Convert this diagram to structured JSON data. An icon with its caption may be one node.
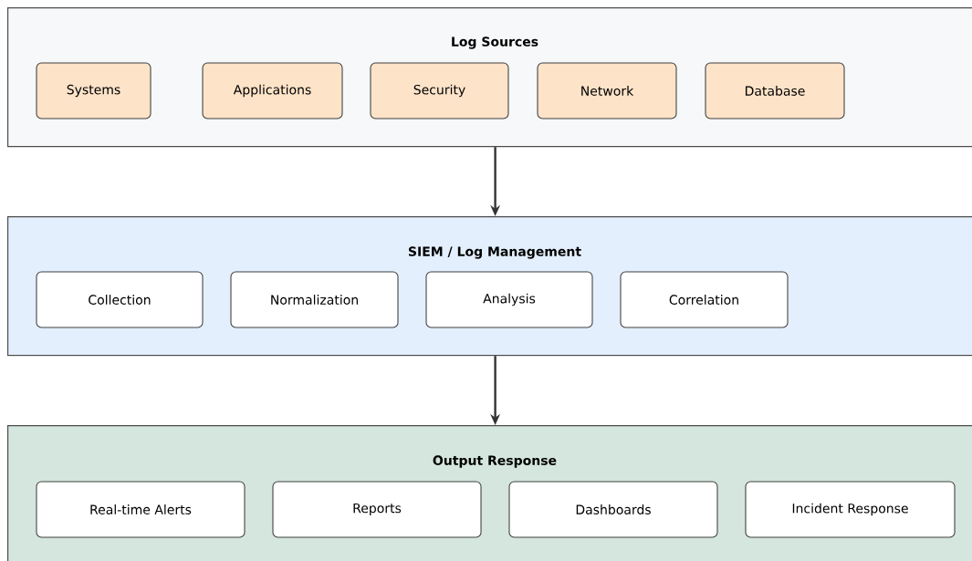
{
  "diagram": {
    "nodes": [
      {
        "text": [
          "Log Sources"
        ]
      },
      {
        "text": [
          "Systems"
        ],
        "in": 0
      },
      {
        "text": [
          "Applications"
        ],
        "in": 0
      },
      {
        "text": [
          "Security"
        ],
        "in": 0
      },
      {
        "text": [
          "Network"
        ],
        "in": 0
      },
      {
        "text": [
          "Database"
        ],
        "in": 0
      },
      {
        "text": [
          "SIEM / Log Management"
        ]
      },
      {
        "text": [
          "Collection"
        ],
        "in": 6
      },
      {
        "text": [
          "Normalization"
        ],
        "in": 6
      },
      {
        "text": [
          "Analysis"
        ],
        "in": 6
      },
      {
        "text": [
          "Correlation"
        ],
        "in": 6
      },
      {
        "text": [
          "Output Response"
        ]
      },
      {
        "text": [
          "Real-time Alerts"
        ],
        "in": 11
      },
      {
        "text": [
          "Reports"
        ],
        "in": 11
      },
      {
        "text": [
          "Dashboards"
        ],
        "in": 11
      },
      {
        "text": [
          "Incident Response"
        ],
        "in": 11
      }
    ],
    "edges": [
      {
        "from": 0,
        "to": 6,
        "arrow": "to"
      },
      {
        "from": 6,
        "to": 11,
        "arrow": "to"
      }
    ]
  }
}
